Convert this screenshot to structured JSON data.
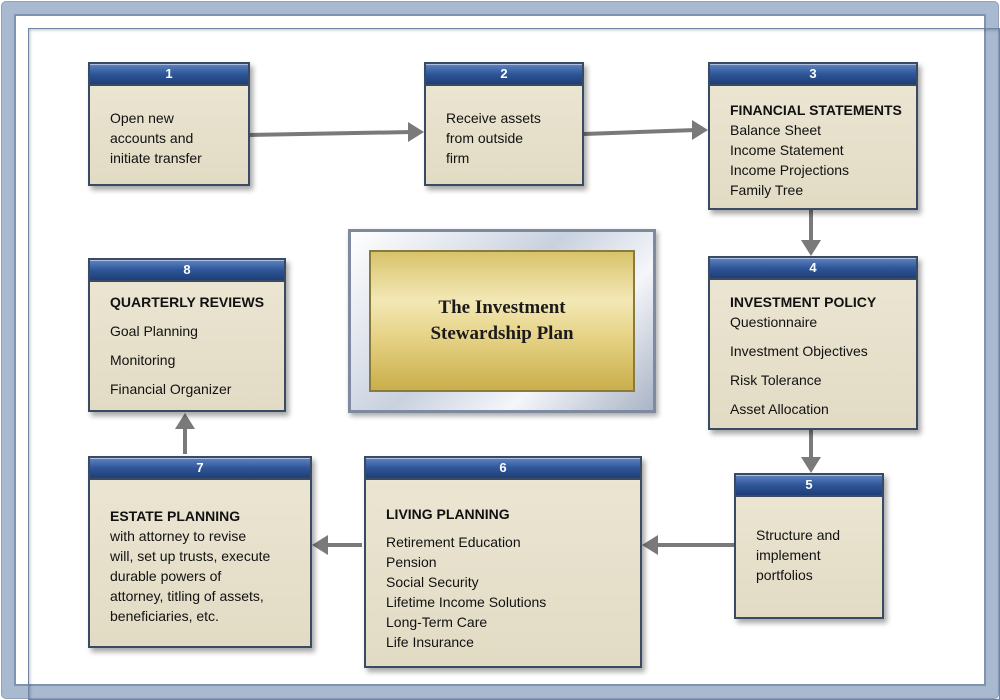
{
  "center": {
    "title_line1": "The Investment",
    "title_line2": "Stewardship Plan"
  },
  "steps": [
    {
      "number": "1",
      "title": "",
      "lines": [
        "Open new",
        "accounts and",
        "initiate transfer"
      ]
    },
    {
      "number": "2",
      "title": "",
      "lines": [
        "Receive assets",
        "from outside",
        "firm"
      ]
    },
    {
      "number": "3",
      "title": "FINANCIAL STATEMENTS",
      "lines": [
        "Balance Sheet",
        "Income Statement",
        "Income Projections",
        "Family Tree"
      ]
    },
    {
      "number": "4",
      "title": "INVESTMENT POLICY",
      "lines": [
        "Questionnaire",
        "Investment Objectives",
        "Risk Tolerance",
        "Asset Allocation"
      ]
    },
    {
      "number": "5",
      "title": "",
      "lines": [
        "Structure and",
        "implement",
        "portfolios"
      ]
    },
    {
      "number": "6",
      "title": "LIVING PLANNING",
      "lines": [
        "Retirement Education",
        "Pension",
        "Social Security",
        "Lifetime Income Solutions",
        "Long-Term Care",
        "Life Insurance"
      ]
    },
    {
      "number": "7",
      "title": "ESTATE PLANNING",
      "lines": [
        "with attorney  to revise",
        "will, set up trusts, execute",
        "durable powers of",
        "attorney, titling of assets,",
        "beneficiaries, etc."
      ]
    },
    {
      "number": "8",
      "title": "QUARTERLY REVIEWS",
      "lines": [
        "Goal Planning",
        "Monitoring",
        "Financial Organizer"
      ]
    }
  ],
  "colors": {
    "header_blue": "#2f5698",
    "box_fill": "#e5dec8",
    "arrow": "#7a7a7a",
    "plaque_gold": "#e7d488"
  }
}
